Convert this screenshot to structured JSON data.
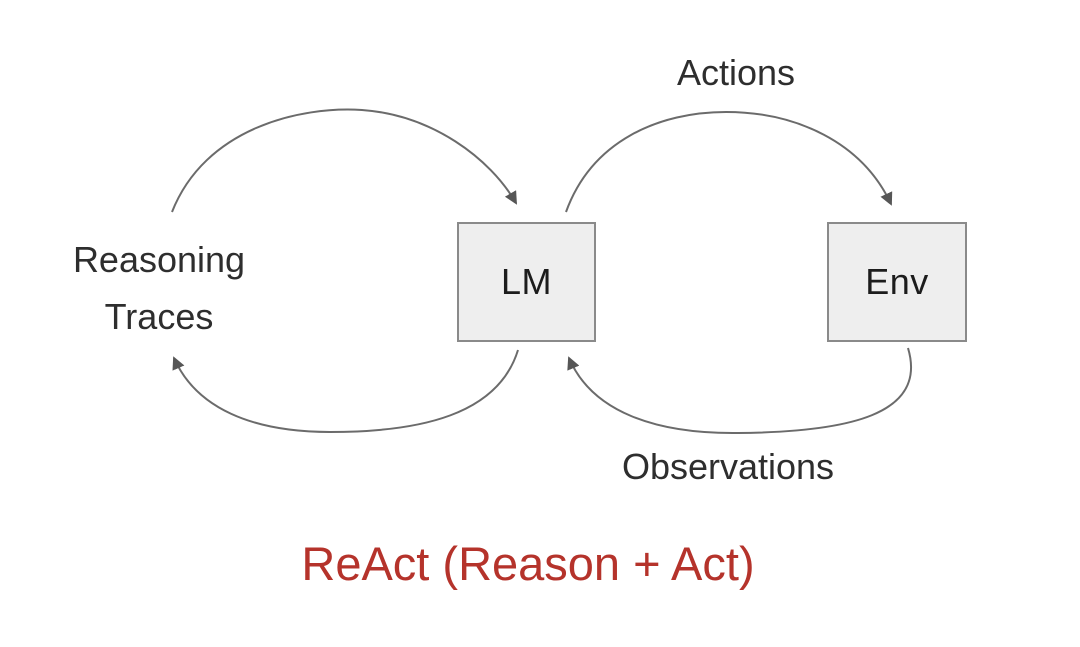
{
  "diagram": {
    "title": {
      "text": "ReAct (Reason + Act)",
      "color": "#b5332b"
    },
    "nodes": {
      "lm": {
        "label": "LM"
      },
      "env": {
        "label": "Env"
      }
    },
    "edge_labels": {
      "reasoning_traces": {
        "line1": "Reasoning",
        "line2": "Traces"
      },
      "actions": "Actions",
      "observations": "Observations"
    },
    "edges": [
      {
        "name": "traces-to-lm",
        "from": "Reasoning Traces",
        "to": "LM",
        "label": ""
      },
      {
        "name": "lm-to-env",
        "from": "LM",
        "to": "Env",
        "label": "Actions"
      },
      {
        "name": "env-to-lm",
        "from": "Env",
        "to": "LM",
        "label": "Observations"
      },
      {
        "name": "lm-to-traces",
        "from": "LM",
        "to": "Reasoning Traces",
        "label": ""
      }
    ],
    "colors": {
      "background": "#ffffff",
      "node_fill": "#eeeeee",
      "node_border": "#8a8a8a",
      "arrow": "#6b6b6b",
      "label_text": "#2e2e2e",
      "title": "#b5332b"
    }
  }
}
